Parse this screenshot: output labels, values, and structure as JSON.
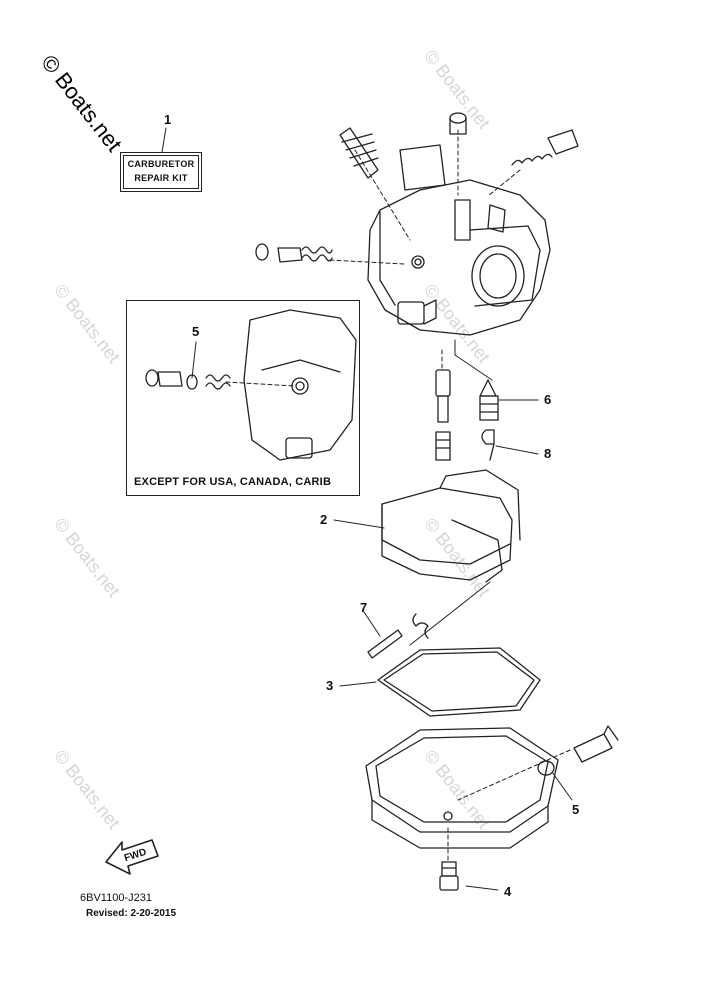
{
  "watermark": {
    "main": "© Boats.net",
    "faint": "© Boats.net"
  },
  "kit_label": {
    "line1": "CARBURETOR",
    "line2": "REPAIR KIT"
  },
  "inset_caption": "EXCEPT FOR USA, CANADA, CARIB",
  "callouts": [
    {
      "id": "1",
      "label": "1"
    },
    {
      "id": "5a",
      "label": "5"
    },
    {
      "id": "6",
      "label": "6"
    },
    {
      "id": "8",
      "label": "8"
    },
    {
      "id": "2",
      "label": "2"
    },
    {
      "id": "7",
      "label": "7"
    },
    {
      "id": "3",
      "label": "3"
    },
    {
      "id": "5b",
      "label": "5"
    },
    {
      "id": "4",
      "label": "4"
    }
  ],
  "fwd_label": "FWD",
  "footer": {
    "code": "6BV1100-J231",
    "revised": "Revised: 2-20-2015"
  }
}
